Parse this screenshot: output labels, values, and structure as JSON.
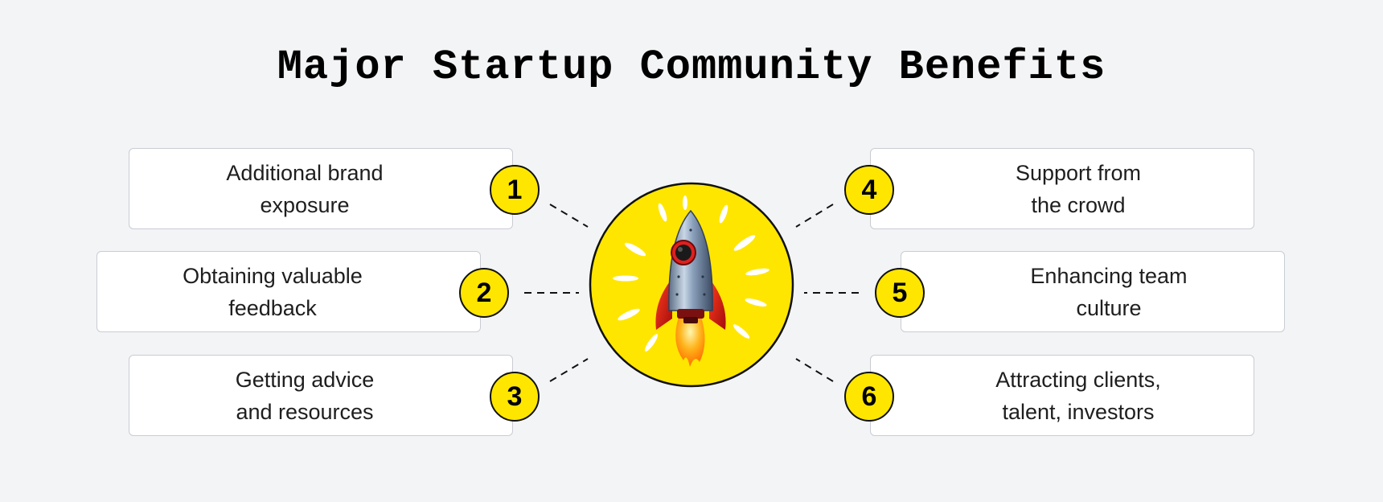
{
  "title": "Major Startup Community Benefits",
  "benefits": [
    {
      "number": "1",
      "text": "Additional brand\nexposure"
    },
    {
      "number": "2",
      "text": "Obtaining valuable\nfeedback"
    },
    {
      "number": "3",
      "text": "Getting advice\nand resources"
    },
    {
      "number": "4",
      "text": "Support from\nthe crowd"
    },
    {
      "number": "5",
      "text": "Enhancing team\nculture"
    },
    {
      "number": "6",
      "text": "Attracting clients,\ntalent, investors"
    }
  ],
  "colors": {
    "accent": "#ffe600",
    "background": "#f3f4f6",
    "box_border": "#c9ccd3"
  },
  "center_icon": "rocket-icon"
}
